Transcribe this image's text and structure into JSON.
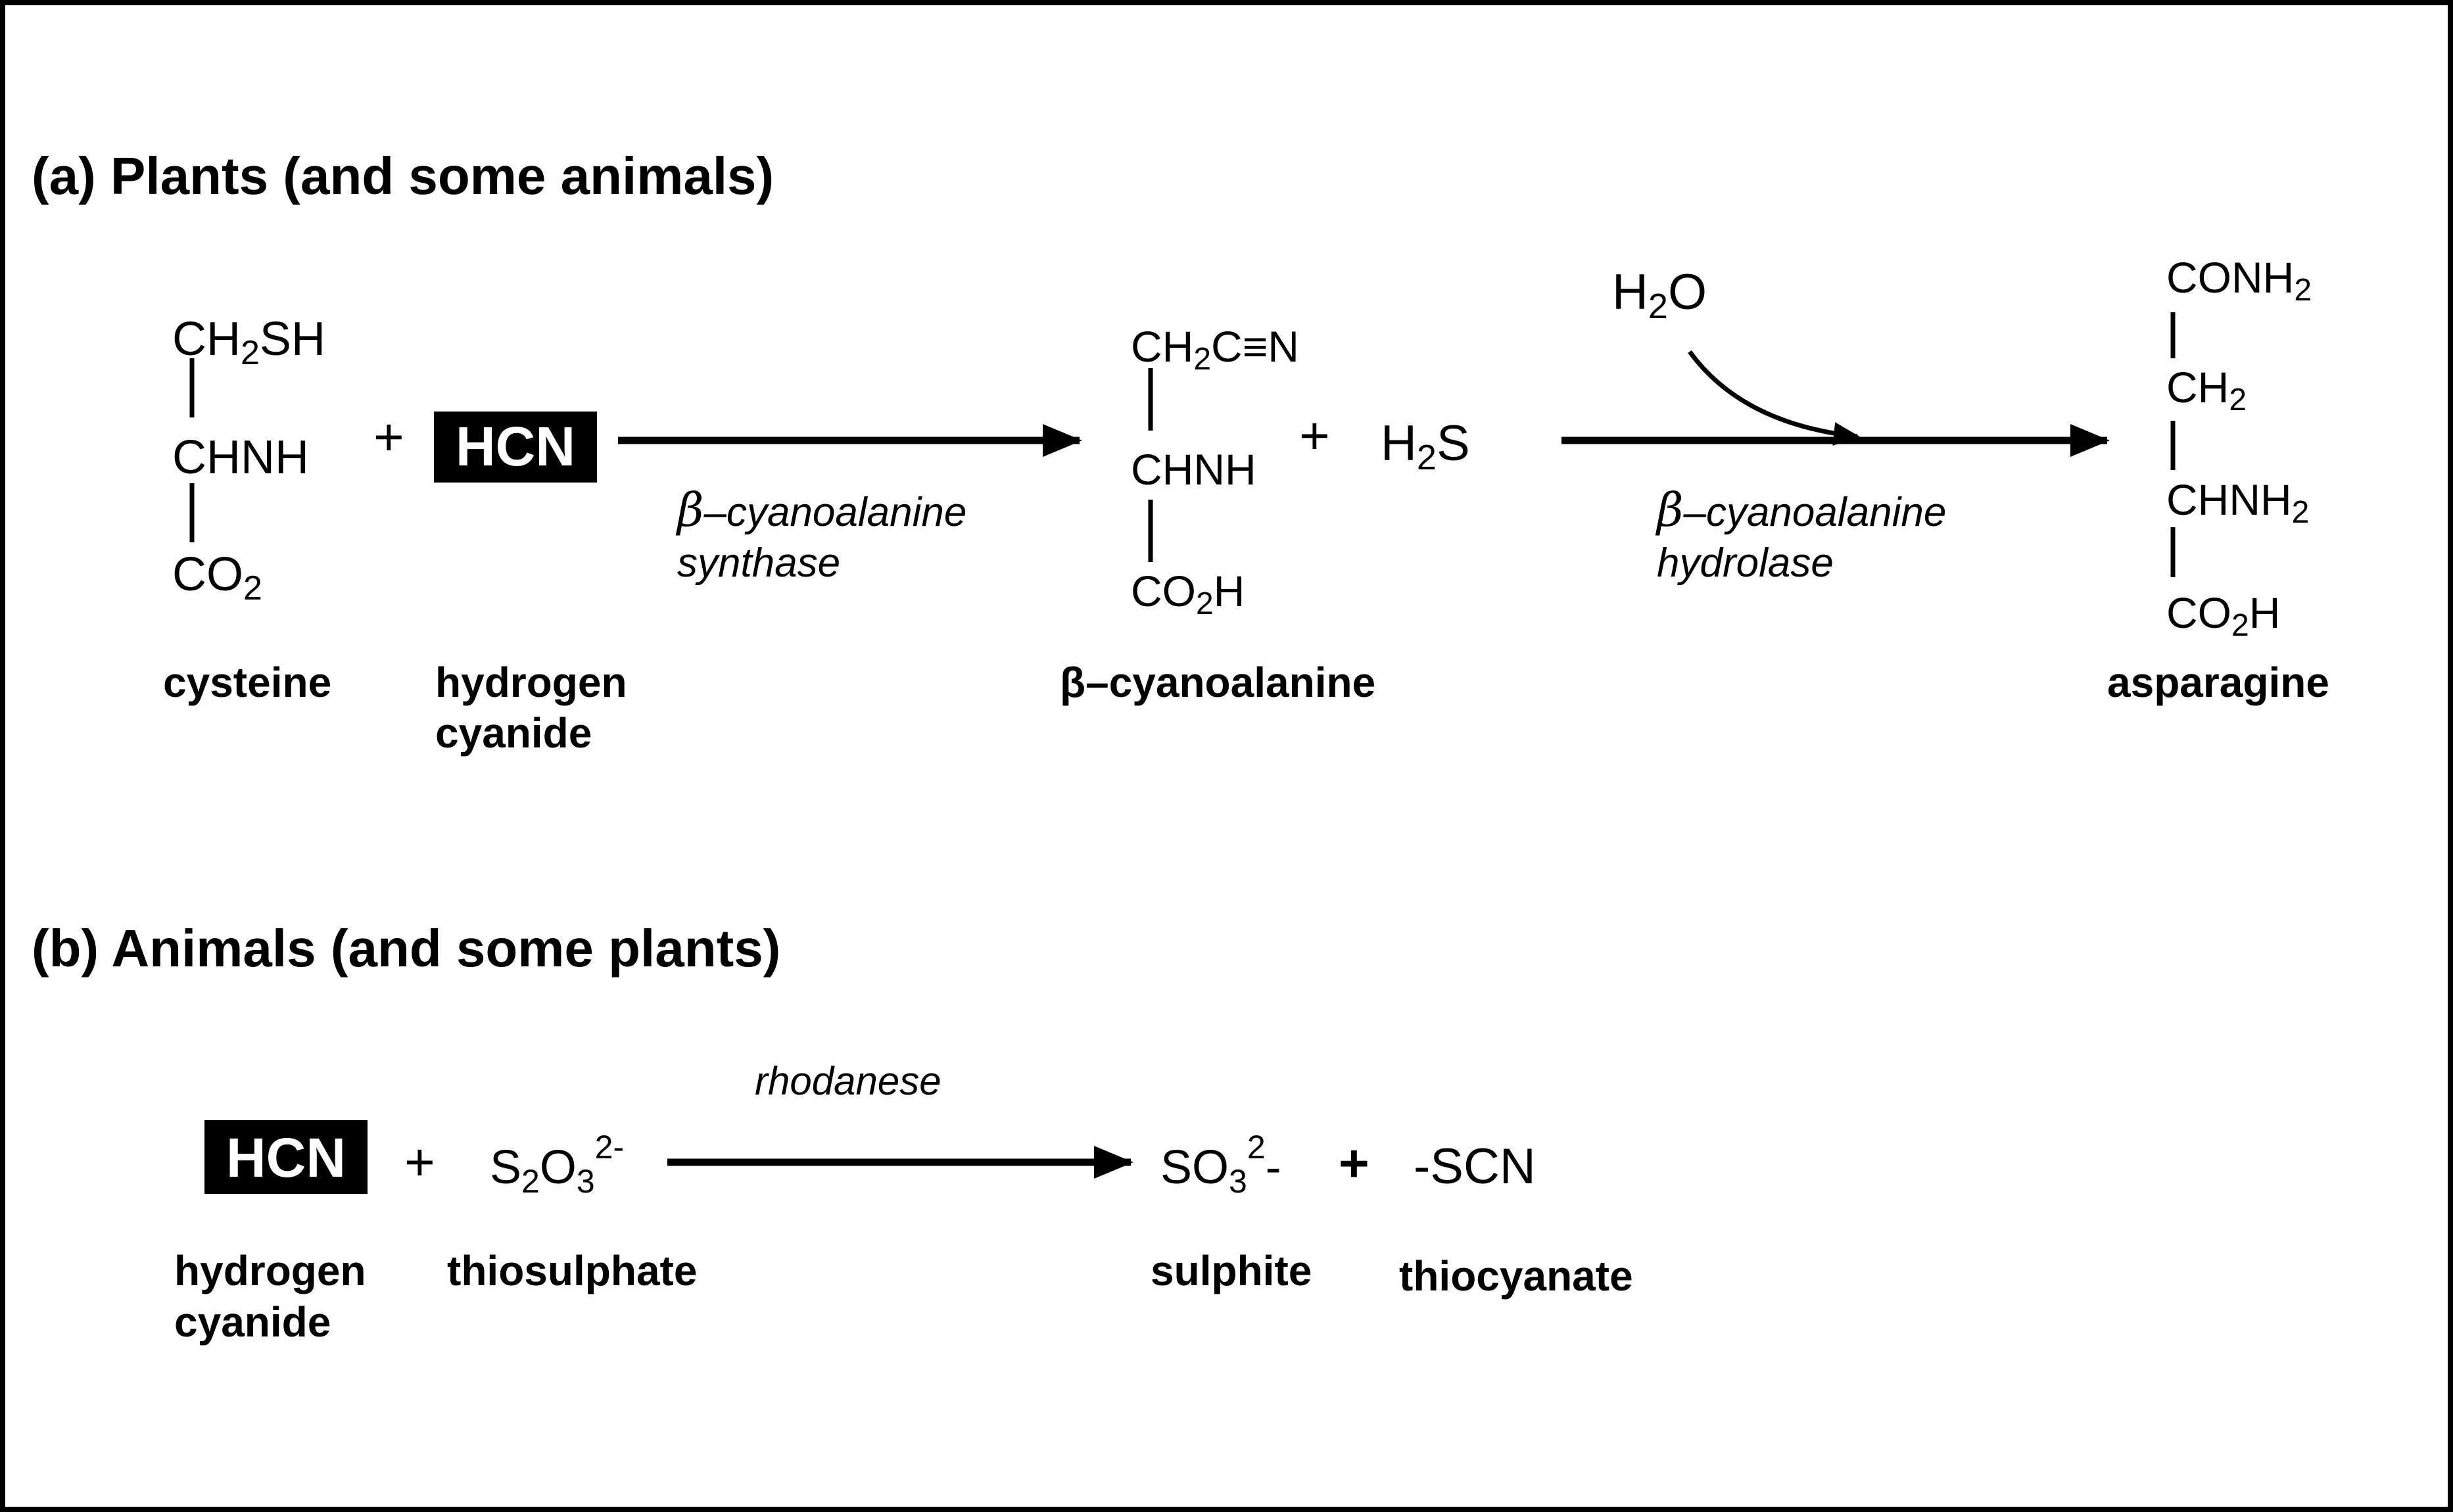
{
  "colors": {
    "foreground": "#000000",
    "background": "#ffffff",
    "hcn_box_fill": "#000000",
    "hcn_box_text": "#ffffff"
  },
  "panel_a": {
    "heading": "(a) Plants (and some animals)",
    "cysteine": {
      "line1_base": "CH",
      "line1_sub": "2",
      "line1_tail": "SH",
      "line2": "CHNH",
      "line3_base": "CO",
      "line3_sub": "2",
      "name": "cysteine"
    },
    "plus1": "+",
    "hcn": {
      "formula": "HCN",
      "name_line1": "hydrogen",
      "name_line2": "cyanide"
    },
    "enzyme1": {
      "greek": "β",
      "line1": "–cyanoalanine",
      "line2": "synthase"
    },
    "cyanoalanine": {
      "line1_base": "CH",
      "line1_sub": "2",
      "line1_tail": "C≡N",
      "line2": "CHNH",
      "line3_base": "CO",
      "line3_sub": "2",
      "line3_tail": "H",
      "name": "β–cyanoalanine"
    },
    "plus2": "+",
    "h2s": {
      "base": "H",
      "sub": "2",
      "tail": "S"
    },
    "water": {
      "base": "H",
      "sub": "2",
      "tail": "O"
    },
    "enzyme2": {
      "greek": "β",
      "line1": "–cyanoalanine",
      "line2": "hydrolase"
    },
    "asparagine": {
      "line1_base": "CONH",
      "line1_sub": "2",
      "line2_base": "CH",
      "line2_sub": "2",
      "line3_base": "CHNH",
      "line3_sub": "2",
      "line4_base": "CO",
      "line4_sub": "2",
      "line4_tail": "H",
      "name": "asparagine"
    }
  },
  "panel_b": {
    "heading": "(b) Animals (and some plants)",
    "hcn": {
      "formula": "HCN",
      "name_line1": "hydrogen",
      "name_line2": "cyanide"
    },
    "plus1": "+",
    "thiosulphate": {
      "s": "S",
      "s_sub": "2",
      "o": "O",
      "o_sub": "3",
      "charge": "2-",
      "name": "thiosulphate"
    },
    "enzyme": "rhodanese",
    "sulphite": {
      "base": "SO",
      "sub": "3",
      "charge": "2",
      "tail": "-",
      "name": "sulphite"
    },
    "plus2": "+",
    "thiocyanate": {
      "formula": "-SCN",
      "name": "thiocyanate"
    }
  }
}
